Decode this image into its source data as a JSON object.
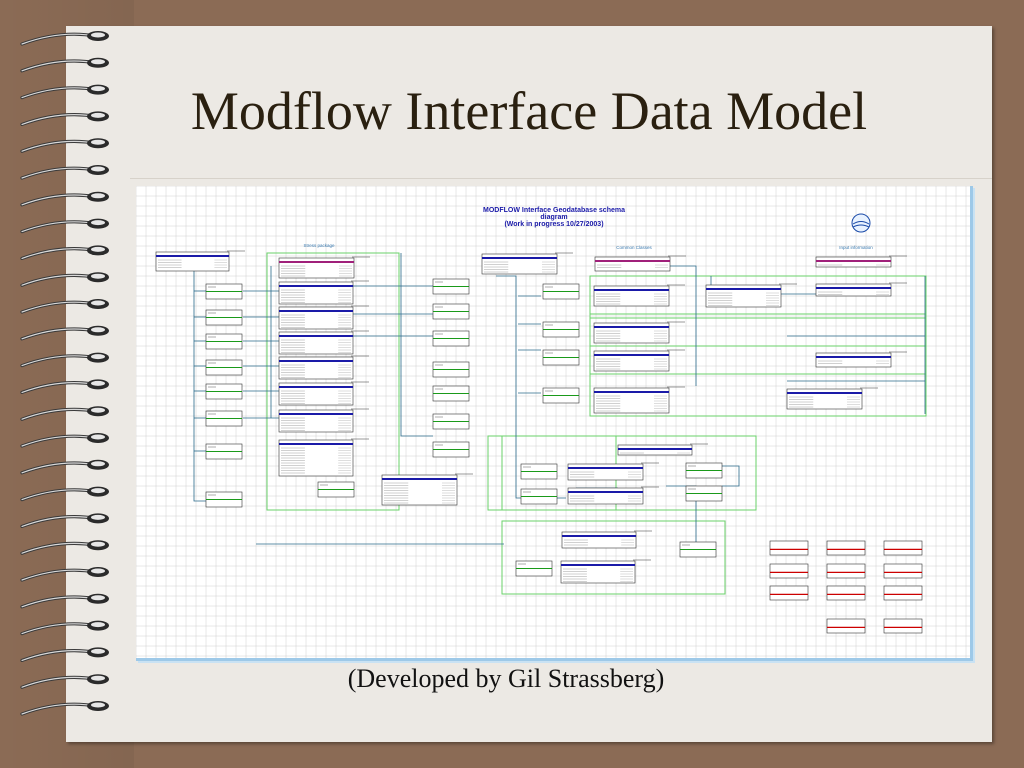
{
  "slide": {
    "title": "Modflow Interface Data Model",
    "caption": "(Developed by Gil Strassberg)"
  },
  "diagram": {
    "header_lines": [
      "MODFLOW Interface Geodatabase schema",
      "diagram",
      "(Work in progress 10/27/2003)"
    ],
    "groups": [
      {
        "label": "Stress package"
      },
      {
        "label": "Common Classes"
      },
      {
        "label": "Input information"
      }
    ]
  },
  "colors": {
    "background": "#8b6b55",
    "page": "#ece9e4",
    "grid": "#d0d0d0",
    "group_border": "#6ad26a",
    "class_header": "#1a1aa8",
    "relation_line": "#2a6a8a",
    "red_accent": "#cc0000",
    "magenta_accent": "#a0207a"
  }
}
